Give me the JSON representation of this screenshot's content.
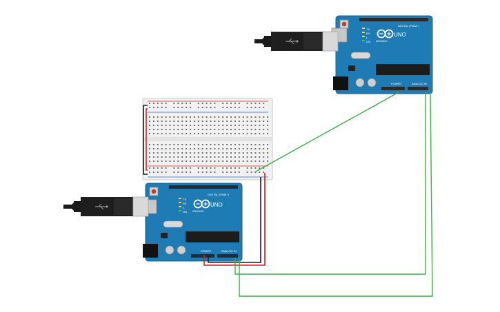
{
  "canvas": {
    "background": "#ffffff"
  },
  "colors": {
    "board": "#1f7bb3",
    "board_edge": "#17648f",
    "header": "#2a2a2a",
    "breadboard": "#f1f1f1",
    "rail_red": "#d9241e",
    "rail_blue": "#2f5fbf",
    "wire_green": "#3cb043",
    "wire_red": "#d32020",
    "wire_black": "#1a1a1a",
    "usb_metal": "#d9d9d9",
    "usb_plug": "#1b1b1b"
  },
  "boards": [
    {
      "id": "top",
      "brand_label": "ARDUINO",
      "model_label": "UNO",
      "digital_label": "DIGITAL (PWM~)",
      "power_label": "POWER",
      "analog_label": "ANALOG IN",
      "tx_label": "TX",
      "rx_label": "RX",
      "l_label": "L",
      "on_label": "ON"
    },
    {
      "id": "bottom",
      "brand_label": "ARDUINO",
      "model_label": "UNO",
      "digital_label": "DIGITAL (PWM~)",
      "power_label": "POWER",
      "analog_label": "ANALOG IN",
      "tx_label": "TX",
      "rx_label": "RX",
      "l_label": "L",
      "on_label": "ON"
    }
  ],
  "breadboard": {
    "type": "half-size"
  },
  "cables": [
    {
      "type": "usb"
    },
    {
      "type": "usb"
    }
  ],
  "wires": [
    {
      "color": "green",
      "from": "top.power.gnd",
      "to": "breadboard.rail"
    },
    {
      "color": "green",
      "from": "top.analog.A4",
      "to": "bottom.analog.A4"
    },
    {
      "color": "green",
      "from": "top.analog.A5",
      "to": "bottom.analog.A5"
    },
    {
      "color": "red",
      "from": "bottom.power.5v",
      "to": "breadboard.rail.positive"
    },
    {
      "color": "black",
      "from": "bottom.power.gnd",
      "to": "breadboard.rail.negative"
    }
  ]
}
